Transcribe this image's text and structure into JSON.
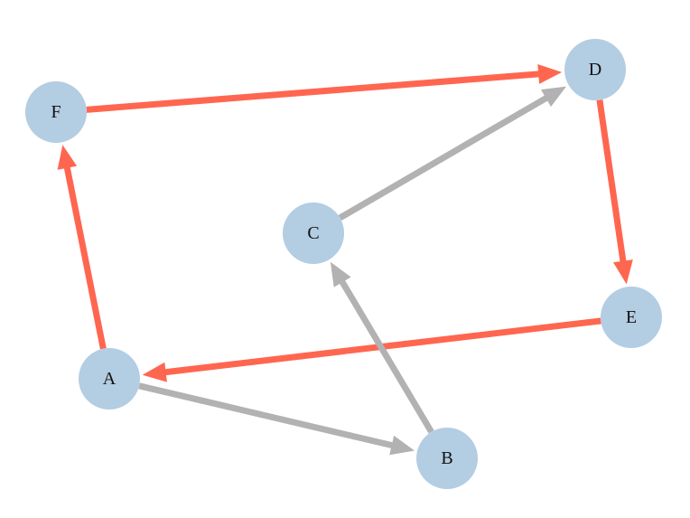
{
  "colors": {
    "background": "#ffffff",
    "node_fill": "#b3cde3",
    "highlight_edge": "#ff6650",
    "normal_edge": "#b2b2b2",
    "label": "#111111"
  },
  "nodes": [
    {
      "id": "A",
      "label": "A"
    },
    {
      "id": "B",
      "label": "B"
    },
    {
      "id": "C",
      "label": "C"
    },
    {
      "id": "D",
      "label": "D"
    },
    {
      "id": "E",
      "label": "E"
    },
    {
      "id": "F",
      "label": "F"
    }
  ],
  "edges": [
    {
      "from": "A",
      "to": "F",
      "highlight": true
    },
    {
      "from": "F",
      "to": "D",
      "highlight": true
    },
    {
      "from": "D",
      "to": "E",
      "highlight": true
    },
    {
      "from": "E",
      "to": "A",
      "highlight": true
    },
    {
      "from": "A",
      "to": "B",
      "highlight": false
    },
    {
      "from": "B",
      "to": "C",
      "highlight": false
    },
    {
      "from": "C",
      "to": "D",
      "highlight": false
    }
  ]
}
